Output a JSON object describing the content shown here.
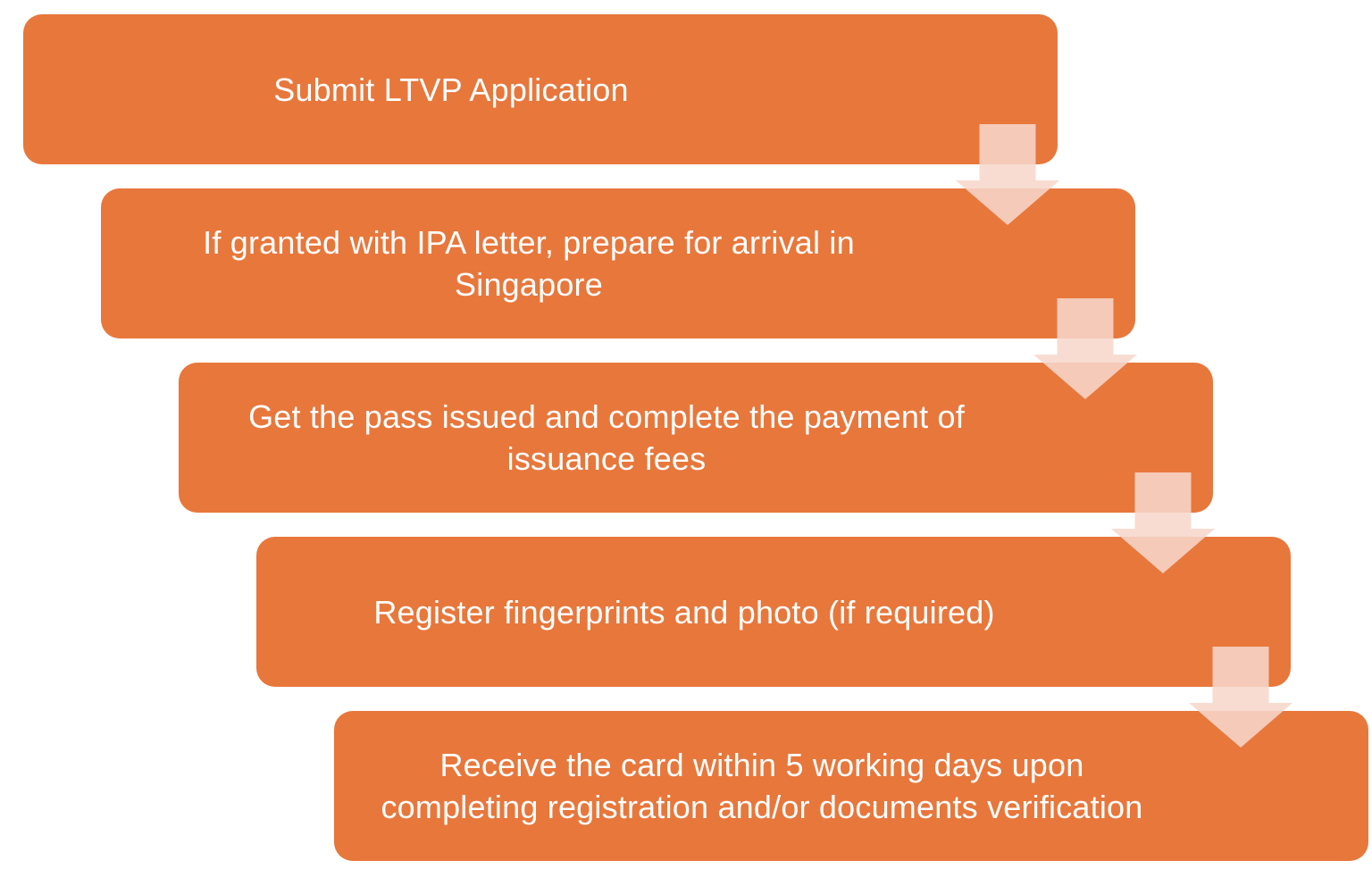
{
  "colors": {
    "box_fill": "#E8773C",
    "arrow_fill": "#F7D7CB",
    "text": "#FFFFFF",
    "background": "#FFFFFF"
  },
  "steps": [
    {
      "text": "Submit LTVP Application"
    },
    {
      "text": "If granted with IPA letter, prepare for arrival in\nSingapore"
    },
    {
      "text": "Get the pass issued and complete the payment of\nissuance fees"
    },
    {
      "text": "Register fingerprints and photo (if required)"
    },
    {
      "text": "Receive the card within 5 working days upon\ncompleting registration and/or documents verification"
    }
  ],
  "arrows": [
    {
      "icon": "down-arrow-icon"
    },
    {
      "icon": "down-arrow-icon"
    },
    {
      "icon": "down-arrow-icon"
    },
    {
      "icon": "down-arrow-icon"
    }
  ]
}
